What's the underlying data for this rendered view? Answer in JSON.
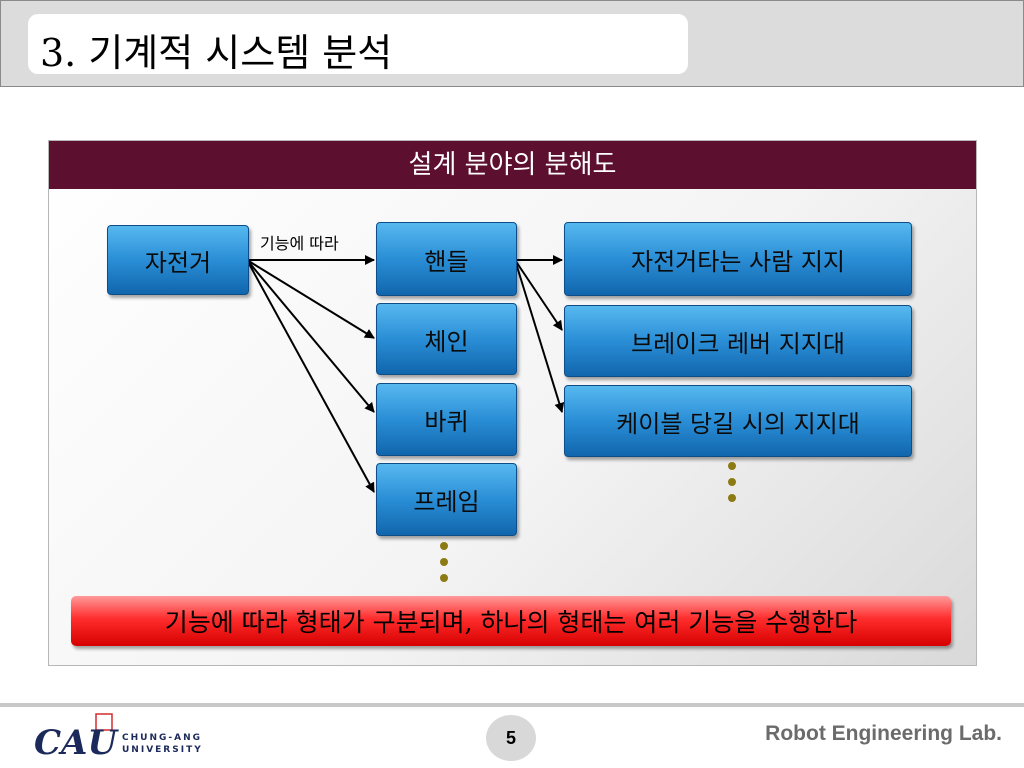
{
  "header": {
    "title": "3. 기계적 시스템 분석"
  },
  "panel": {
    "title": "설계 분야의 분해도",
    "root": "자전거",
    "edge_label": "기능에 따라",
    "parts": [
      "핸들",
      "체인",
      "바퀴",
      "프레임"
    ],
    "functions": [
      "자전거타는 사람 지지",
      "브레이크 레버 지지대",
      "케이블 당길 시의 지지대"
    ],
    "banner": "기능에 따라 형태가 구분되며, 하나의 형태는 여러 기능을 수행한다"
  },
  "footer": {
    "logo_text_line1": "CHUNG-ANG",
    "logo_text_line2": "UNIVERSITY",
    "page_number": "5",
    "lab_name": "Robot Engineering Lab."
  },
  "colors": {
    "panel_title_bg": "#5c0f2e",
    "node_blue": "#2a8ed6",
    "banner_red": "#ff2d2d",
    "dot_olive": "#8c7a14"
  }
}
